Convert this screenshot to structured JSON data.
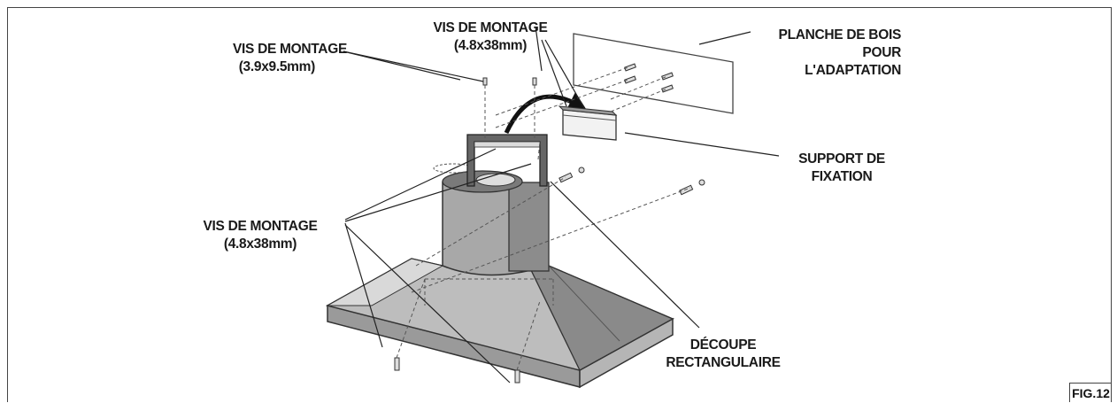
{
  "labels": {
    "screws_top_left": {
      "line1": "VIS DE MONTAGE",
      "line2": "(3.9x9.5mm)"
    },
    "screws_top_center": {
      "line1": "VIS DE MONTAGE",
      "line2": "(4.8x38mm)"
    },
    "wood_plank": {
      "line1": "PLANCHE DE BOIS",
      "line2": "POUR",
      "line3": "L'ADAPTATION"
    },
    "bracket": {
      "line1": "SUPPORT DE",
      "line2": "FIXATION"
    },
    "screws_bottom_left": {
      "line1": "VIS DE MONTAGE",
      "line2": "(4.8x38mm)"
    },
    "cutout": {
      "line1": "DÉCOUPE",
      "line2": "RECTANGULAIRE"
    }
  },
  "figure_label": "FIG.12"
}
